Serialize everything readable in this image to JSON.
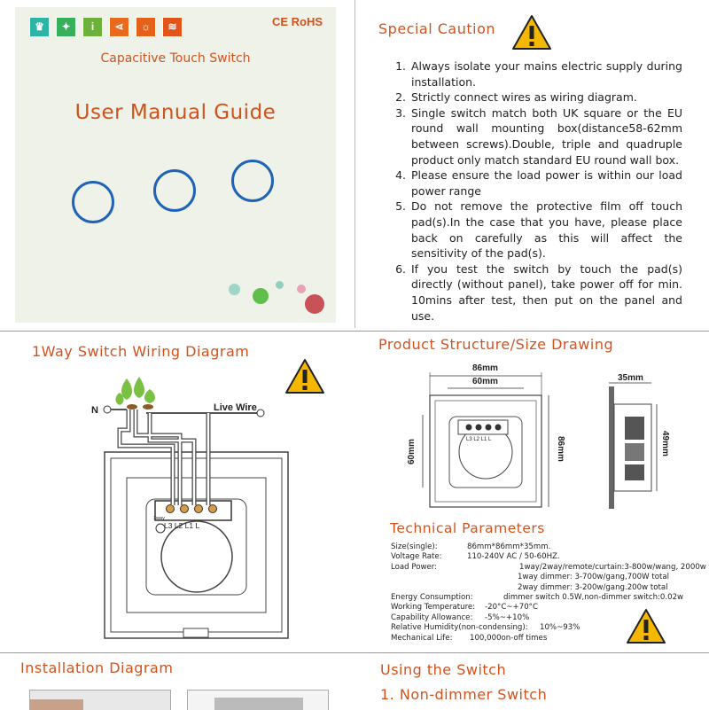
{
  "cover": {
    "cert": "CE RoHS",
    "icons": [
      "crown-icon",
      "person-icon",
      "info-icon",
      "share-icon",
      "light-icon",
      "remote-icon"
    ],
    "subtitle": "Capacitive Touch Switch",
    "title": "User Manual Guide"
  },
  "caution": {
    "heading": "Special Caution",
    "items": [
      {
        "n": "1.",
        "text": "Always isolate your mains electric supply during installation."
      },
      {
        "n": "2.",
        "text": "Strictly connect wires as wiring diagram."
      },
      {
        "n": "3.",
        "text": "Single switch match both UK square or the EU round wall mounting box(distance58-62mm between screws).Double, triple and quadruple product only match standard EU round wall box."
      },
      {
        "n": "4.",
        "text": "Please ensure the load power is within our load power range"
      },
      {
        "n": "5.",
        "text": "Do not remove the protective film off touch pad(s).In the case that you have, please place back on carefully as this will affect the sensitivity of the pad(s)."
      },
      {
        "n": "6.",
        "text": "If you test the switch by touch the pad(s) directly (without panel), take power off for min. 10mins after test, then put on the panel and use."
      }
    ]
  },
  "wiring": {
    "heading": "1Way Switch Wiring Diagram",
    "n_label": "N",
    "live_label": "Live Wire",
    "terminals": "L3 L2 L1 L",
    "way_label": "1way"
  },
  "structure": {
    "heading": "Product Structure/Size Drawing",
    "dim_86_top": "86mm",
    "dim_60_top": "60mm",
    "dim_60_side": "60mm",
    "dim_86_side": "86mm",
    "dim_35": "35mm",
    "dim_49": "49mm",
    "terminals": "L3 L2 L1 L"
  },
  "params": {
    "heading": "Technical Parameters",
    "rows": [
      {
        "label": "Size(single):",
        "value": "86mm*86mm*35mm."
      },
      {
        "label": "Voltage Rate:",
        "value": "110-240V AC / 50-60HZ."
      },
      {
        "label": "Load Power:",
        "value": "1way/2way/remote/curtain:3-800w/wang, 2000w total"
      },
      {
        "label": "",
        "value": "1way dimmer: 3-700w/gang,700W total"
      },
      {
        "label": "",
        "value": "2way dimmer: 3-200w/gang.200w total"
      },
      {
        "label": "Energy Consumption:",
        "value": "dimmer switch 0.5W,non-dimmer switch:0.02w"
      },
      {
        "label": "Working Temperature:",
        "value": "-20°C~+70°C"
      },
      {
        "label": "Capability Allowance:",
        "value": "-5%~+10%"
      },
      {
        "label": "Relative Humidity(non-condensing):",
        "value": "10%~93%"
      },
      {
        "label": "Mechanical Life:",
        "value": "100,000on-off times"
      }
    ]
  },
  "installation": {
    "heading": "Installation Diagram"
  },
  "using": {
    "heading": "Using the Switch",
    "sub1": "1. Non-dimmer Switch"
  },
  "colors": {
    "accent": "#d2521c",
    "ring": "#1f63b8",
    "warning": "#f5b800",
    "panel": "#eef2e8"
  }
}
